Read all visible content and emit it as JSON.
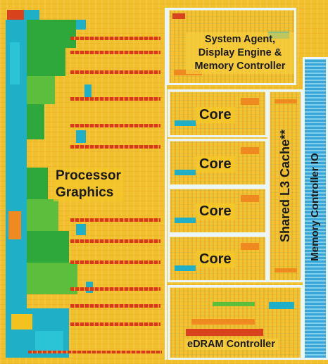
{
  "labels": {
    "system_agent": "System Agent,\nDisplay Engine &\nMemory Controller",
    "core_1": "Core",
    "core_2": "Core",
    "core_3": "Core",
    "core_4": "Core",
    "processor_graphics": "Processor\nGraphics",
    "shared_l3_cache": "Shared L3 Cache**",
    "memory_controller_io": "Memory Controller IO",
    "edram_controller": "eDRAM Controller"
  },
  "colors": {
    "die_base": "#f2c02c",
    "graphics_green": "#2ea83a",
    "graphics_teal": "#1fb0c8",
    "frame_white": "#eaf6f8",
    "label_text": "#1a1a1a"
  }
}
